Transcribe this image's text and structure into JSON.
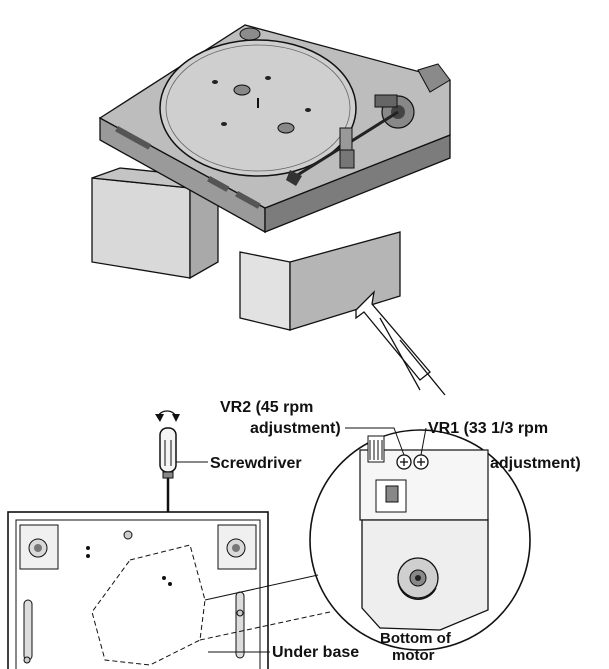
{
  "labels": {
    "vr2_line1": "VR2 (45 rpm",
    "vr2_line2": "adjustment)",
    "vr1_line1": "VR1 (33 1/3 rpm",
    "vr1_line2": "adjustment)",
    "screwdriver": "Screwdriver",
    "bottom_line1": "Bottom of",
    "bottom_line2": "motor",
    "under_base": "Under base"
  }
}
